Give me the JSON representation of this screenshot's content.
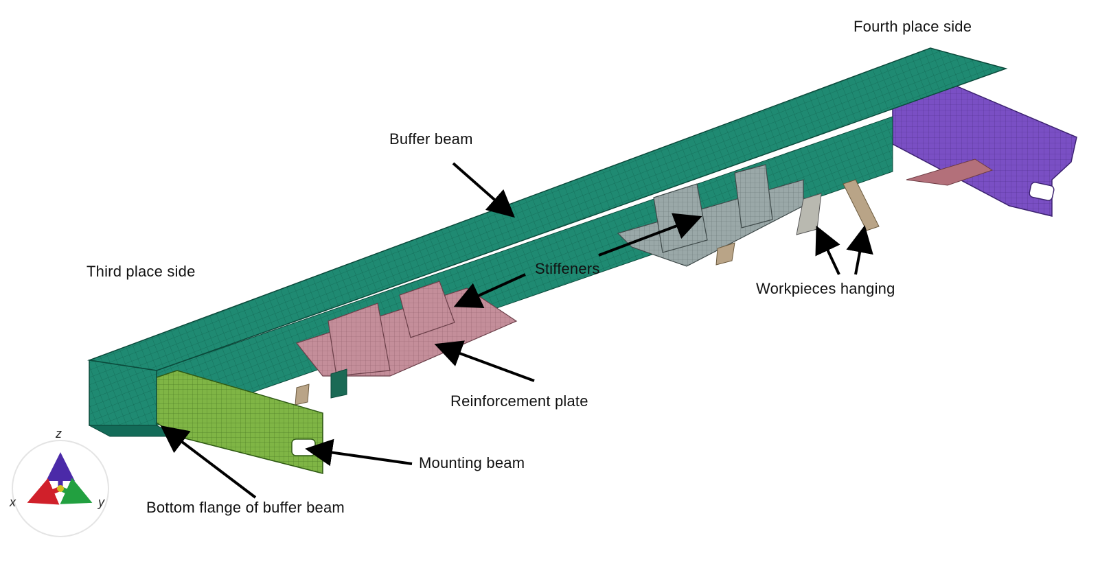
{
  "labels": {
    "fourth_side": "Fourth place side",
    "buffer_beam": "Buffer beam",
    "third_side": "Third place side",
    "stiffeners": "Stiffeners",
    "workpieces": "Workpieces hanging",
    "reinforcement": "Reinforcement plate",
    "mounting": "Mounting beam",
    "bottom_flange": "Bottom flange of buffer beam"
  },
  "axes": {
    "x": "x",
    "y": "y",
    "z": "z"
  },
  "colors": {
    "beam_green": "#1f8a72",
    "beam_dark": "#136b58",
    "mounting_green": "#7fb545",
    "reinforcement_pink": "#c48e9a",
    "stiffener_gray": "#9aa8a8",
    "mounting_purple": "#7a4fc4",
    "workpiece_tan": "#b9a487",
    "arrow": "#000000"
  }
}
